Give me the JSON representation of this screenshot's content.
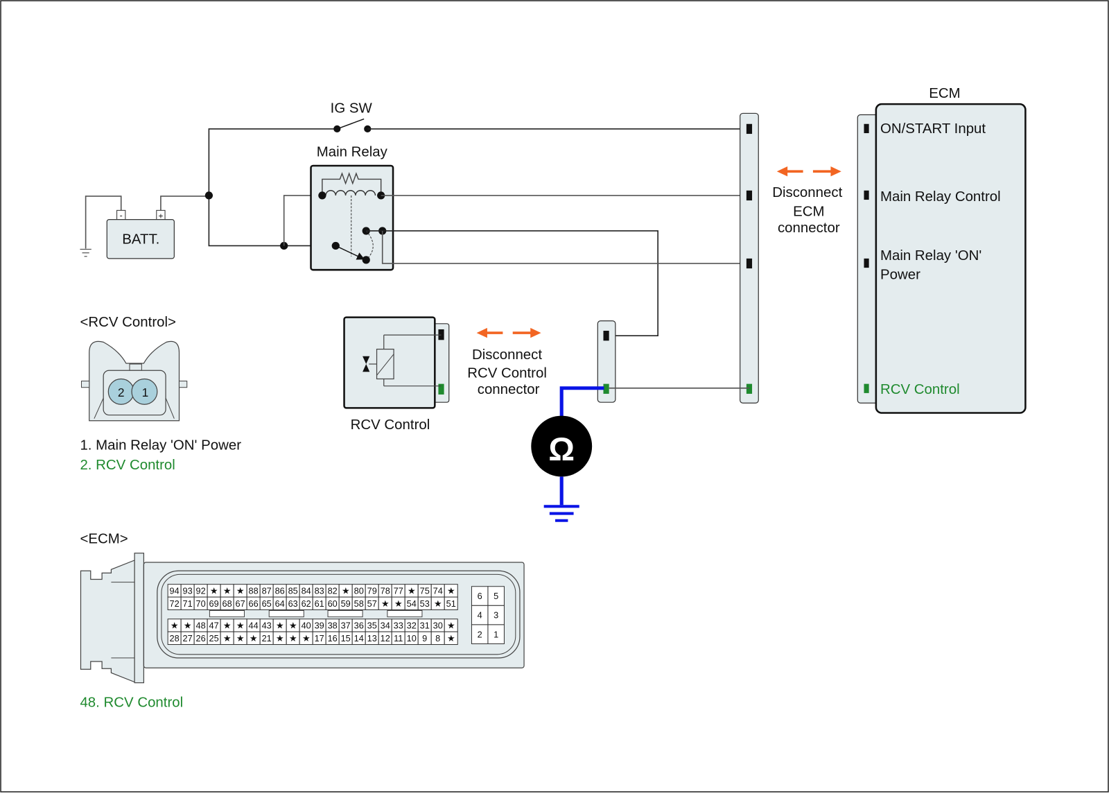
{
  "diagram": {
    "title_labels": {
      "ig_sw": "IG SW",
      "main_relay": "Main Relay",
      "battery": "BATT.",
      "battery_minus": "-",
      "battery_plus": "+",
      "ecm": "ECM",
      "rcv_component": "RCV Control",
      "ohmmeter_symbol": "Ω"
    },
    "ecm_pins": [
      {
        "label": "ON/START Input",
        "highlight": false
      },
      {
        "label": "Main Relay Control",
        "highlight": false
      },
      {
        "label_line1": "Main Relay 'ON'",
        "label_line2": "Power",
        "highlight": false
      },
      {
        "label": "RCV Control",
        "highlight": true
      }
    ],
    "disconnect_ecm": {
      "line1": "Disconnect",
      "line2": "ECM",
      "line3": "connector"
    },
    "disconnect_rcv": {
      "line1": "Disconnect",
      "line2": "RCV Control",
      "line3": "connector"
    }
  },
  "rcv_connector": {
    "title": "<RCV Control>",
    "pins": [
      "2",
      "1"
    ],
    "legend": [
      {
        "text": "1. Main Relay 'ON' Power",
        "highlight": false
      },
      {
        "text": "2. RCV Control",
        "highlight": true
      }
    ]
  },
  "ecm_connector": {
    "title": "<ECM>",
    "rows": [
      [
        "94",
        "93",
        "92",
        "★",
        "★",
        "★",
        "88",
        "87",
        "86",
        "85",
        "84",
        "83",
        "82",
        "★",
        "80",
        "79",
        "78",
        "77",
        "★",
        "75",
        "74",
        "★"
      ],
      [
        "72",
        "71",
        "70",
        "69",
        "68",
        "67",
        "66",
        "65",
        "64",
        "63",
        "62",
        "61",
        "60",
        "59",
        "58",
        "57",
        "★",
        "★",
        "54",
        "53",
        "★",
        "51"
      ],
      [
        "★",
        "★",
        "48",
        "47",
        "★",
        "★",
        "44",
        "43",
        "★",
        "★",
        "40",
        "39",
        "38",
        "37",
        "36",
        "35",
        "34",
        "33",
        "32",
        "31",
        "30",
        "★"
      ],
      [
        "28",
        "27",
        "26",
        "25",
        "★",
        "★",
        "★",
        "21",
        "★",
        "★",
        "★",
        "17",
        "16",
        "15",
        "14",
        "13",
        "12",
        "11",
        "10",
        "9",
        "8",
        "★"
      ]
    ],
    "highlighted_pin": "48",
    "aux_block": [
      [
        "6",
        "5"
      ],
      [
        "4",
        "3"
      ],
      [
        "2",
        "1"
      ]
    ],
    "legend": [
      {
        "text": "48. RCV Control",
        "highlight": true
      }
    ]
  },
  "colors": {
    "highlight_text": "#1f8a2e",
    "pin_highlight_fill": "#a9d0dc",
    "arrow": "#f26522",
    "test_lead": "#0a14e6",
    "component_fill": "#e4ecee"
  }
}
